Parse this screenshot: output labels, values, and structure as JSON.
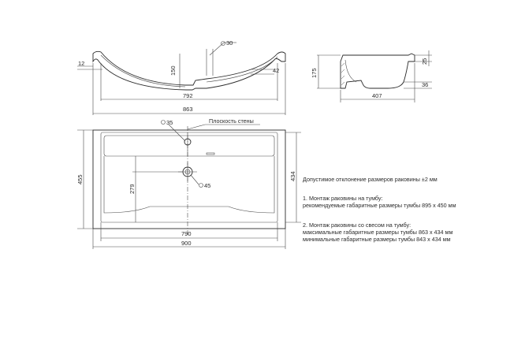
{
  "dimensions": {
    "front_hole_diameter": "30",
    "front_left_rim": "12",
    "front_depth": "150",
    "front_right_edge": "42",
    "front_inner_width": "792",
    "front_outer_width": "863",
    "side_height_total": "175",
    "side_rim_height": "25",
    "side_bottom": "36",
    "side_depth": "407",
    "top_hole_diameter": "35",
    "top_height_outer": "455",
    "top_height_inner": "434",
    "top_drain_offset": "279",
    "top_drain_diameter": "45",
    "top_inner_width": "790",
    "top_outer_width": "900"
  },
  "labels": {
    "wall_plane": "Плоскость стены"
  },
  "notes": {
    "tolerance": "Допустимое отклонение размеров раковины ±2 мм",
    "mount1_title": "1. Монтаж раковины на тумбу:",
    "mount1_line1": "рекомендуемые габаритные размеры тумбы 895 х 450 мм",
    "mount2_title": "2. Монтаж раковины со свесом на тумбу:",
    "mount2_line1": "максимальные габаритные размеры тумбы 863 х 434 мм",
    "mount2_line2": "минимальные габаритные размеры тумбы 843 х 434 мм"
  }
}
